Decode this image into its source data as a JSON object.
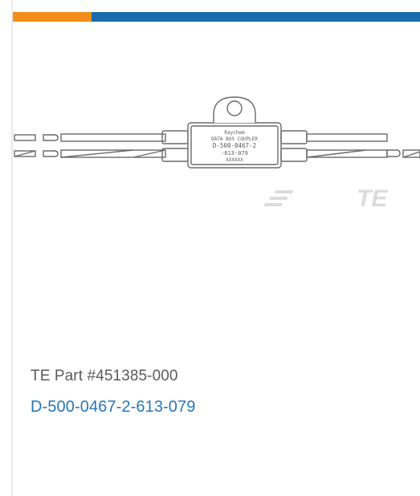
{
  "card": {
    "part_number_text": "TE Part #451385-000",
    "product_link_text": "D-500-0467-2-613-079"
  },
  "image": {
    "label_lines": [
      "Raychem",
      "DATA BUS COUPLER",
      "D-500-0467-2",
      "-613-079",
      "XXXXXX"
    ],
    "brand_mark": "TE"
  },
  "colors": {
    "accent_orange": "#f28d1c",
    "accent_blue": "#1a6cae",
    "link_blue": "#2677b8",
    "text_gray": "#5b5b5b",
    "logo_gray": "#dcdcdc",
    "drawing_line": "#6a6a6a"
  }
}
